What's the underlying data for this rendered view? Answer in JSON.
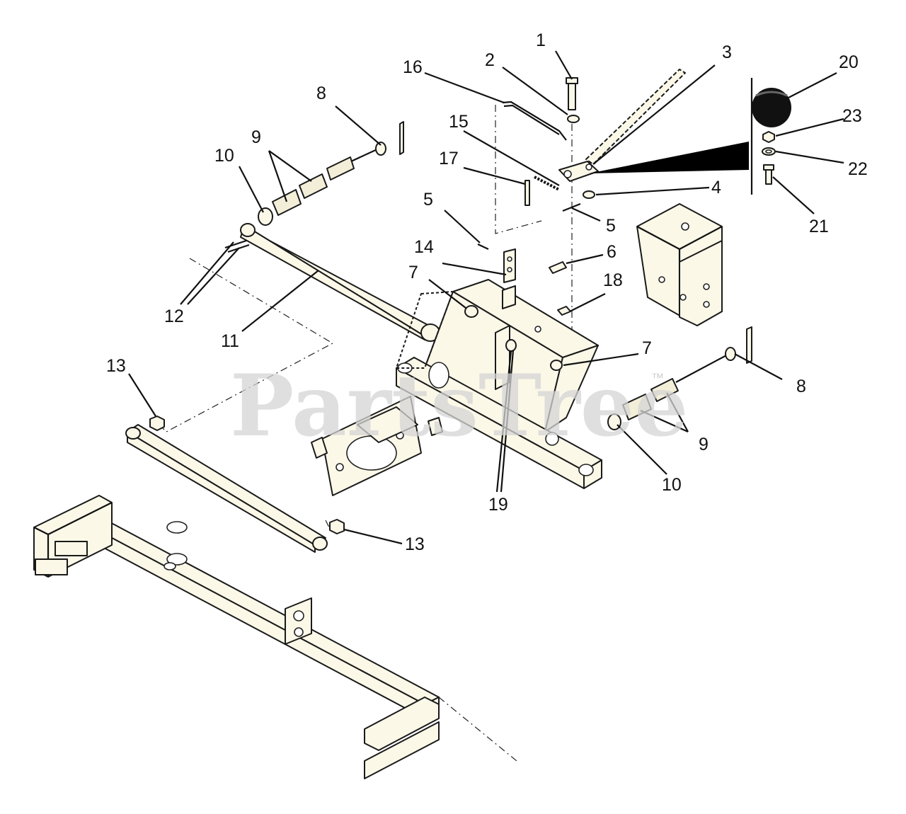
{
  "watermark": {
    "text": "PartsTree",
    "mark": "™"
  },
  "callouts": [
    {
      "id": "c1",
      "label": "1"
    },
    {
      "id": "c2",
      "label": "2"
    },
    {
      "id": "c3",
      "label": "3"
    },
    {
      "id": "c4",
      "label": "4"
    },
    {
      "id": "c5a",
      "label": "5"
    },
    {
      "id": "c5b",
      "label": "5"
    },
    {
      "id": "c6",
      "label": "6"
    },
    {
      "id": "c7a",
      "label": "7"
    },
    {
      "id": "c7b",
      "label": "7"
    },
    {
      "id": "c8a",
      "label": "8"
    },
    {
      "id": "c8b",
      "label": "8"
    },
    {
      "id": "c9a",
      "label": "9"
    },
    {
      "id": "c9b",
      "label": "9"
    },
    {
      "id": "c10a",
      "label": "10"
    },
    {
      "id": "c10b",
      "label": "10"
    },
    {
      "id": "c11",
      "label": "11"
    },
    {
      "id": "c12",
      "label": "12"
    },
    {
      "id": "c13a",
      "label": "13"
    },
    {
      "id": "c13b",
      "label": "13"
    },
    {
      "id": "c14",
      "label": "14"
    },
    {
      "id": "c15",
      "label": "15"
    },
    {
      "id": "c16",
      "label": "16"
    },
    {
      "id": "c17",
      "label": "17"
    },
    {
      "id": "c18",
      "label": "18"
    },
    {
      "id": "c19",
      "label": "19"
    },
    {
      "id": "c20",
      "label": "20"
    },
    {
      "id": "c21",
      "label": "21"
    },
    {
      "id": "c22",
      "label": "22"
    },
    {
      "id": "c23",
      "label": "23"
    }
  ]
}
